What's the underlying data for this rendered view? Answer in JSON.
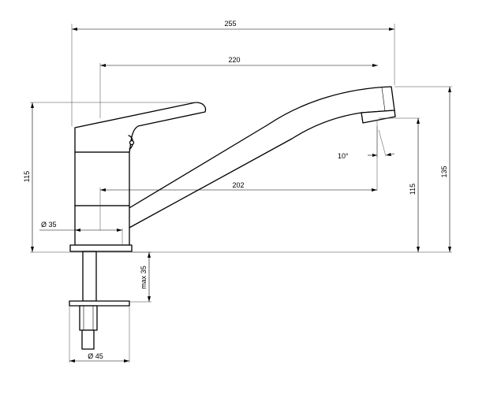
{
  "dimensions": {
    "overall_length": "255",
    "handle_reach": "220",
    "spout_reach": "202",
    "body_height": "115",
    "spout_height": "115",
    "total_height": "135",
    "body_diameter": "Ø 35",
    "base_diameter": "Ø 45",
    "max_mount_thickness": "max 35",
    "spout_angle": "10°"
  }
}
